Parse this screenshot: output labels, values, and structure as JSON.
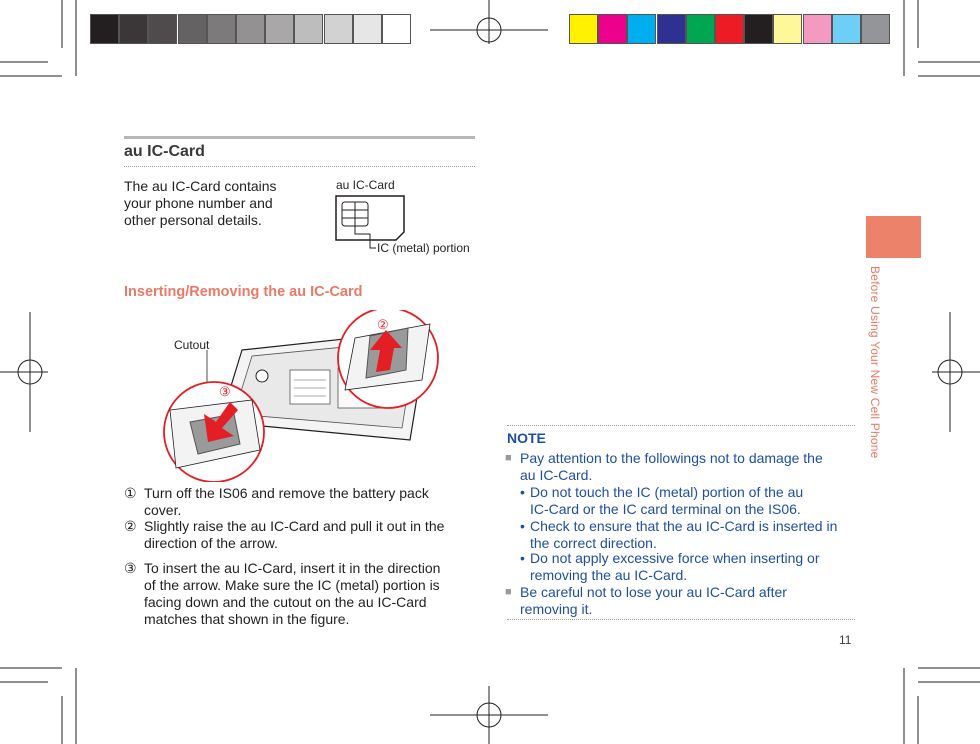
{
  "colors": {
    "gray_swatches": [
      "#231f20",
      "#3b3738",
      "#4f4b4c",
      "#656263",
      "#7c7a7a",
      "#939192",
      "#a9a7a8",
      "#bebdbd",
      "#d3d2d2",
      "#e7e6e6",
      "#ffffff"
    ],
    "color_swatches": [
      "#fff100",
      "#ec008c",
      "#00aeef",
      "#2e3192",
      "#00a651",
      "#ed1c24",
      "#231f20",
      "#fff799",
      "#f49ac1",
      "#6dcff6",
      "#939598"
    ],
    "accent": "#e77a68",
    "note_blue": "#1f4fa0"
  },
  "section": {
    "title": "au IC-Card",
    "intro": [
      "The au IC-Card contains",
      "your phone number and",
      "other personal details."
    ],
    "card_label": "au IC-Card",
    "ic_label": "IC (metal) portion"
  },
  "insert": {
    "heading": "Inserting/Removing the au IC-Card",
    "cutout_label": "Cutout",
    "marker_2": "②",
    "marker_3": "③",
    "steps": [
      {
        "num": "①",
        "lines": [
          "Turn off the IS06 and remove the battery pack",
          "cover."
        ]
      },
      {
        "num": "②",
        "lines": [
          "Slightly raise the au IC-Card and pull it out in the",
          "direction of the arrow."
        ]
      },
      {
        "num": "③",
        "lines": [
          "To insert the au IC-Card, insert it in the direction",
          "of the arrow. Make sure the IC (metal) portion is",
          "facing down and the cutout on the au IC-Card",
          "matches that shown in the figure."
        ]
      }
    ]
  },
  "note": {
    "title": "NOTE",
    "square": "■",
    "bullet": "•",
    "item1": [
      "Pay attention to the followings not to damage the",
      "au IC-Card."
    ],
    "sub1": [
      "Do not touch the IC (metal) portion of the au",
      "IC-Card or the IC card terminal on the IS06."
    ],
    "sub2": [
      "Check to ensure that the au IC-Card is inserted in",
      "the correct direction."
    ],
    "sub3": [
      "Do not apply excessive force when inserting or",
      "removing the au IC-Card."
    ],
    "item2": [
      "Be careful not to lose your au IC-Card after",
      "removing it."
    ]
  },
  "side_tab": "Before Using Your New Cell Phone",
  "page_number": "11"
}
